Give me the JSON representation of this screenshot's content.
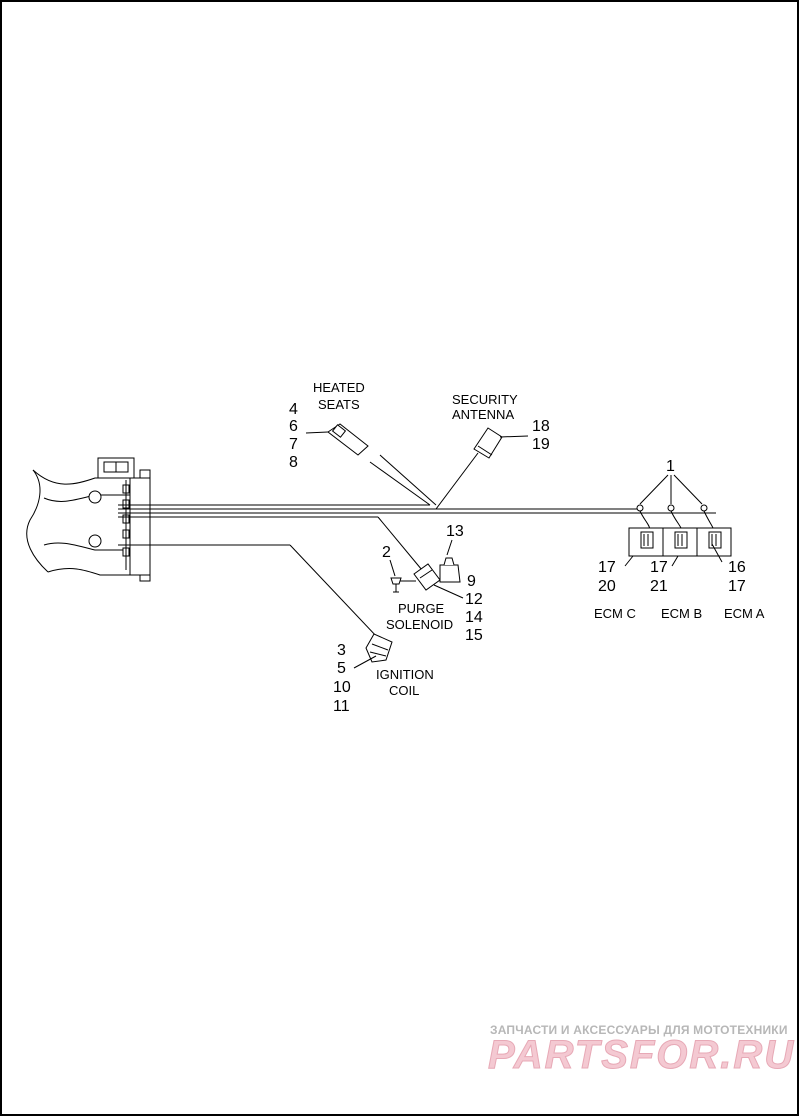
{
  "labels": {
    "heated_seats": [
      "HEATED",
      "SEATS"
    ],
    "heated_seats_refs": [
      "4",
      "6",
      "7",
      "8"
    ],
    "security_antenna": [
      "SECURITY",
      "ANTENNA"
    ],
    "security_antenna_refs": [
      "18",
      "19"
    ],
    "ecm_fuse_ref": "1",
    "ecm_c_refs": [
      "17",
      "20"
    ],
    "ecm_b_refs": [
      "17",
      "21"
    ],
    "ecm_a_refs": [
      "16",
      "17"
    ],
    "ecm_c": "ECM C",
    "ecm_b": "ECM B",
    "ecm_a": "ECM A",
    "purge_ref_left": "2",
    "purge_ref_top": "13",
    "purge_refs_right": [
      "9",
      "12",
      "14",
      "15"
    ],
    "purge_solenoid": [
      "PURGE",
      "SOLENOID"
    ],
    "ignition_refs": [
      "3",
      "5",
      "10",
      "11"
    ],
    "ignition_coil": [
      "IGNITION",
      "COIL"
    ]
  },
  "watermark": {
    "caption": "ЗАПЧАСТИ И АКСЕССУАРЫ ДЛЯ МОТОТЕХНИКИ",
    "logo": "PARTSFOR.RU"
  },
  "colors": {
    "line": "#000000",
    "watermark_text": "#b7b7b7",
    "watermark_logo": "#f4c9d2"
  }
}
